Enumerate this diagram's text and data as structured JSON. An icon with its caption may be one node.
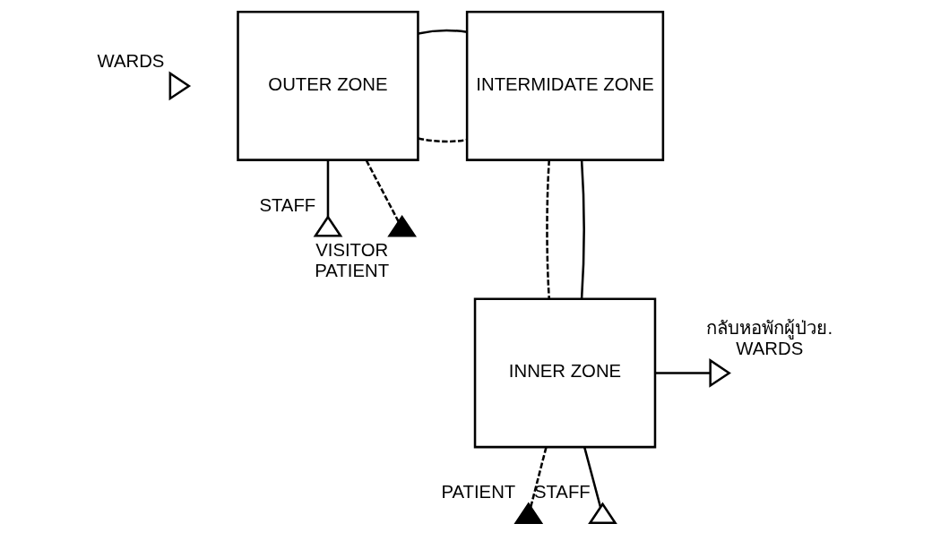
{
  "diagram": {
    "nodes": [
      {
        "text": [],
        "shape": "triangle",
        "beside": [
          "WARDS"
        ]
      },
      {
        "text": [
          "OUTER ZONE"
        ]
      },
      {
        "text": [
          "INTERMIDATE ZONE"
        ]
      },
      {
        "text": [],
        "shape": "triangle",
        "beside": [
          "STAFF"
        ]
      },
      {
        "text": [],
        "shape": "triangle",
        "beside": [
          "VISITOR",
          "PATIENT"
        ]
      },
      {
        "text": [
          "INNER ZONE"
        ]
      },
      {
        "text": [],
        "shape": "triangle",
        "beside": [
          "กลับหอพักผู้ป่วย.",
          "WARDS"
        ]
      },
      {
        "text": [],
        "shape": "triangle",
        "beside": [
          "PATIENT"
        ]
      },
      {
        "text": [],
        "shape": "triangle",
        "beside": [
          "STAFF"
        ]
      }
    ],
    "edges": [
      {
        "from": 1,
        "to": 2,
        "arrow": "none",
        "style": "dashed"
      },
      {
        "from": 1,
        "to": 2,
        "arrow": "none"
      },
      {
        "from": 2,
        "to": 5,
        "arrow": "none",
        "style": "dashed"
      },
      {
        "from": 2,
        "to": 5,
        "arrow": "none"
      },
      {
        "from": 1,
        "to": 3,
        "arrow": "none"
      },
      {
        "from": 1,
        "to": 4,
        "arrow": "none",
        "style": "dashed"
      },
      {
        "from": 5,
        "to": 6,
        "arrow": "none"
      },
      {
        "from": 5,
        "to": 7,
        "arrow": "none",
        "style": "dashed"
      },
      {
        "from": 5,
        "to": 8,
        "arrow": "none"
      }
    ]
  }
}
